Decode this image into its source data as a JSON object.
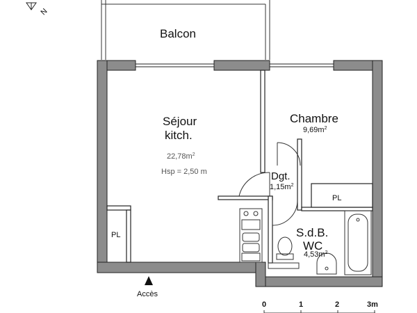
{
  "north": {
    "letter": "N"
  },
  "rooms": {
    "balcon": {
      "name": "Balcon"
    },
    "sejour": {
      "name_line1": "Séjour",
      "name_line2": "kitch.",
      "area": "22,78m",
      "area_unit": "2",
      "height": "Hsp = 2,50 m"
    },
    "chambre": {
      "name": "Chambre",
      "area": "9,69m",
      "area_unit": "2"
    },
    "dgt": {
      "name": "Dgt.",
      "area": "1,15m",
      "area_unit": "2"
    },
    "sdb": {
      "name_line1": "S.d.B.",
      "name_line2": "WC",
      "area": "4,53m",
      "area_unit": "2"
    }
  },
  "placards": {
    "pl_left": "PL",
    "pl_right": "PL"
  },
  "entrance": {
    "label": "Accès"
  },
  "scale": {
    "ticks": [
      "0",
      "1",
      "2",
      "3m"
    ]
  },
  "colors": {
    "wall": "#8c8c8c",
    "line": "#222222"
  }
}
